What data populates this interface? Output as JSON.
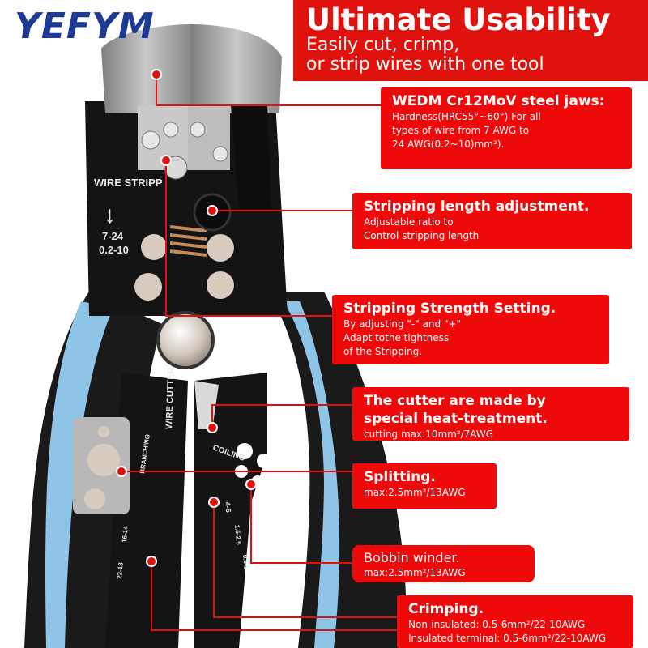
{
  "brand": "YEFYM",
  "headline": {
    "title": "Ultimate Usability",
    "subtitle_1": "Easily cut, crimp,",
    "subtitle_2": "or strip wires with one tool"
  },
  "tool_markings": {
    "wire_strip": "WIRE STRIPP",
    "arrow": "↓",
    "awg": "7-24",
    "mm": "0.2-10",
    "wire_cutter": "WIRE CUTTER",
    "coiling": "COILING",
    "branching": "BRANCHING",
    "crimp_a": "4-6",
    "crimp_b": "1.5-2.5",
    "crimp_c": "0.5-1",
    "crimp_d": "22-18",
    "crimp_e": "16-14"
  },
  "callouts": {
    "jaws": {
      "title": "WEDM Cr12MoV steel jaws:",
      "lines": [
        "Hardness(HRC55°~60°) For all",
        "types of wire from 7 AWG to",
        "24 AWG(0.2~10)mm²)."
      ]
    },
    "length": {
      "title": "Stripping length adjustment.",
      "lines": [
        "Adjustable ratio to",
        "Control stripping length"
      ]
    },
    "strength": {
      "title": "Stripping Strength Setting.",
      "lines": [
        "By adjusting \"-\" and \"+\"",
        "Adapt tothe tightness",
        "of the Stripping."
      ]
    },
    "cutter": {
      "title_1": "The cutter are made by",
      "title_2": "special heat-treatment.",
      "lines": [
        "cutting max:10mm²/7AWG"
      ]
    },
    "splitting": {
      "title": "Splitting.",
      "lines": [
        "max:2.5mm²/13AWG"
      ]
    },
    "bobbin": {
      "title": "Bobbin winder.",
      "lines": [
        "max:2.5mm²/13AWG"
      ]
    },
    "crimping": {
      "title": "Crimping.",
      "lines": [
        "Non-insulated: 0.5-6mm²/22-10AWG",
        "Insulated terminal: 0.5-6mm²/22-10AWG"
      ]
    }
  },
  "colors": {
    "accent_red": "#e0120e",
    "brand_blue": "#1f3a93",
    "handle_blue": "#8ec5e6",
    "handle_black": "#1a1a1a",
    "steel": "#9b9b9b"
  }
}
